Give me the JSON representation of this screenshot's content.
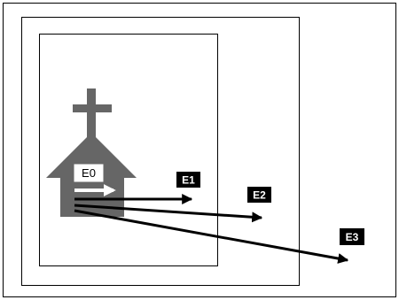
{
  "labels": {
    "e0": "E0",
    "e1": "E1",
    "e2": "E2",
    "e3": "E3"
  },
  "colors": {
    "frame": "#000000",
    "church": "#666666",
    "label_bg": "#000000",
    "label_text": "#ffffff",
    "arrow": "#000000"
  }
}
